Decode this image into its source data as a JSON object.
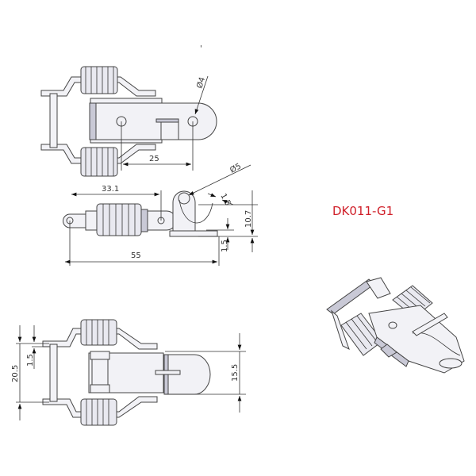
{
  "model_code": "DK011-G1",
  "colors": {
    "model_code": "#d0202a",
    "line": "#333333"
  },
  "top_view": {
    "hole_diameter": "Ø4",
    "hole_spacing": "25"
  },
  "side_view": {
    "eye_diameter": "Ø5",
    "wire_thickness": "1.5",
    "pivot_distance": "33.1",
    "height": "10.7",
    "base_thickness": "1.5",
    "overall_length": "55"
  },
  "bottom_view": {
    "overall_width": "20.5",
    "plate_thickness": "1.5",
    "hook_width": "15.5"
  }
}
